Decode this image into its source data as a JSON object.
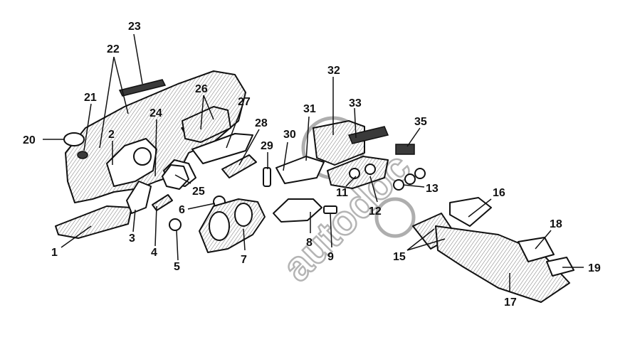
{
  "watermark": "autodoc",
  "callouts": [
    {
      "id": "1",
      "label": "1"
    },
    {
      "id": "2",
      "label": "2"
    },
    {
      "id": "3",
      "label": "3"
    },
    {
      "id": "4",
      "label": "4"
    },
    {
      "id": "5",
      "label": "5"
    },
    {
      "id": "6",
      "label": "6"
    },
    {
      "id": "7",
      "label": "7"
    },
    {
      "id": "8",
      "label": "8"
    },
    {
      "id": "9",
      "label": "9"
    },
    {
      "id": "11",
      "label": "11"
    },
    {
      "id": "12",
      "label": "12"
    },
    {
      "id": "13",
      "label": "13"
    },
    {
      "id": "15",
      "label": "15"
    },
    {
      "id": "16",
      "label": "16"
    },
    {
      "id": "17",
      "label": "17"
    },
    {
      "id": "18",
      "label": "18"
    },
    {
      "id": "19",
      "label": "19"
    },
    {
      "id": "20",
      "label": "20"
    },
    {
      "id": "21",
      "label": "21"
    },
    {
      "id": "22",
      "label": "22"
    },
    {
      "id": "23",
      "label": "23"
    },
    {
      "id": "24",
      "label": "24"
    },
    {
      "id": "25",
      "label": "25"
    },
    {
      "id": "26",
      "label": "26"
    },
    {
      "id": "27",
      "label": "27"
    },
    {
      "id": "28",
      "label": "28"
    },
    {
      "id": "29",
      "label": "29"
    },
    {
      "id": "30",
      "label": "30"
    },
    {
      "id": "31",
      "label": "31"
    },
    {
      "id": "32",
      "label": "32"
    },
    {
      "id": "33",
      "label": "33"
    },
    {
      "id": "35",
      "label": "35"
    }
  ]
}
